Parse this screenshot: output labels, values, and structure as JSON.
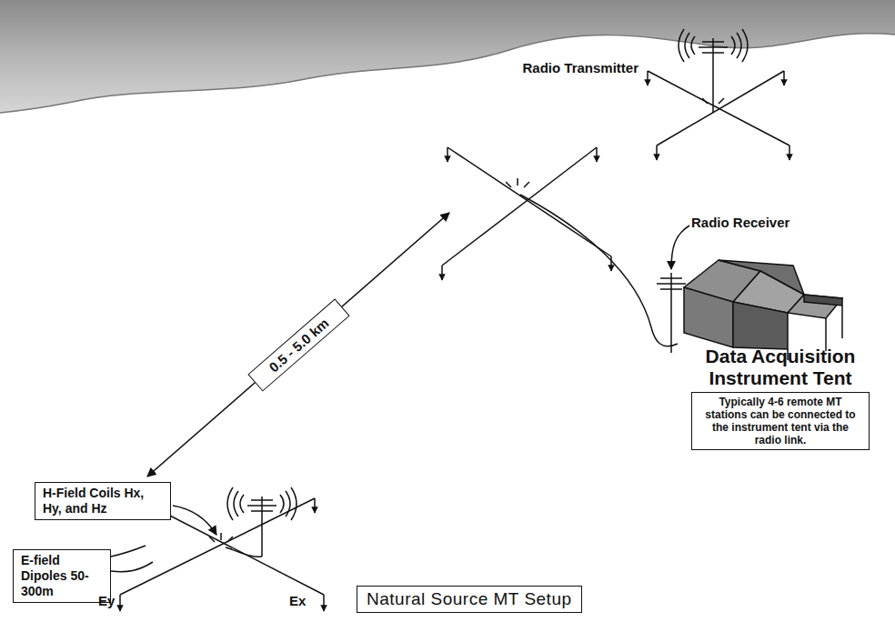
{
  "diagram": {
    "nodes": [
      {
        "text": [
          "0.5 - 5.0 km"
        ]
      },
      {
        "text": [
          "Data Acquisition Instrument Tent",
          "Typically 4-6 remote MT stations can be connected to the instrument tent via the radio link."
        ]
      },
      {
        "text": [
          "H-Field Coils Hx, Hy, and Hz"
        ]
      },
      {
        "text": [
          "E-field Dipoles 50-300m"
        ]
      },
      {
        "text": [
          "Natural Source MT Setup"
        ]
      }
    ],
    "labels": [
      "Radio Transmitter",
      "Radio Receiver",
      "Ey",
      "Ex"
    ]
  }
}
